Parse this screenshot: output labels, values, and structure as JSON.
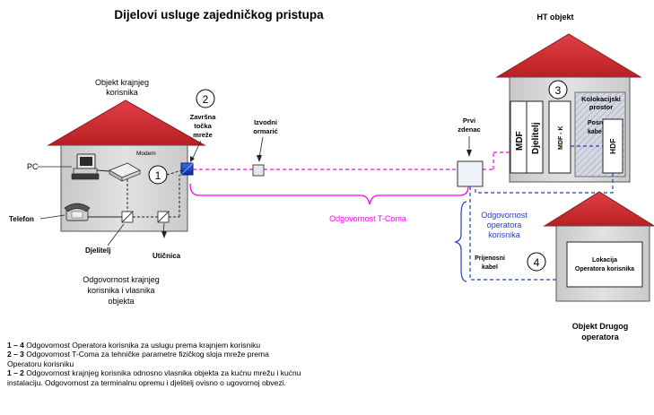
{
  "title": "Dijelovi usluge zajedničkog pristupa",
  "labels": {
    "ht_objekt": "HT objekt",
    "objekt_krajnjeg": [
      "Objekt krajnjeg",
      "korisnika"
    ],
    "pc": "PC",
    "telefon": "Telefon",
    "modem": "Modem",
    "djelitelj": "Djelitelj",
    "uticnica": "Utičnica",
    "zavrsna": [
      "Završna",
      "točka",
      "mreže"
    ],
    "izvodni": [
      "Izvodni",
      "ormarić"
    ],
    "prvi": [
      "Prvi",
      "zdenac"
    ],
    "mdf": "MDF",
    "djelitelj_vert": "Djelitelj",
    "mdf_k": "MDF - K",
    "kolokacijski": [
      "Kolokacijski",
      "prostor"
    ],
    "posredni": [
      "Posredni",
      "kabel"
    ],
    "hdf": "HDF",
    "odg_tcom": "Odgovornost T-Coma",
    "odg_operatora": [
      "Odgovornost",
      "operatora",
      "korisnika"
    ],
    "prijenosni": [
      "Prijenosni",
      "kabel"
    ],
    "lokacija": [
      "Lokacija",
      "Operatora korisnika"
    ],
    "odg_krajnjeg": [
      "Odgovornost krajnjeg",
      "korisnika i vlasnika",
      "objekta"
    ],
    "objekt_drugog": [
      "Objekt Drugog",
      "operatora"
    ]
  },
  "markers": [
    "1",
    "2",
    "3",
    "4"
  ],
  "legend": [
    {
      "num": "1 – 4",
      "text": "  Odgovornost Operatora korisnika za uslugu prema krajnjem korisniku"
    },
    {
      "num": "2 – 3",
      "text": "   Odgovornost T-Coma za tehničke parametre fizičkog sloja mreže prema"
    },
    {
      "num": "",
      "text": "Operatoru korisniku"
    },
    {
      "num": "1 – 2",
      "text": "  Odgovornost krajnjeg korisnika odnosno vlasnika objekta za kućnu mrežu i kućnu"
    },
    {
      "num": "",
      "text": "instalaciju. Odgovornost za terminalnu opremu i djelitelj ovisno o ugovornoj obvezi."
    }
  ],
  "colors": {
    "roof": "#c8282d",
    "house": "#d6d6d6",
    "magenta": "#ff00ff",
    "blue": "#1f3fbf",
    "navy": "#10206e"
  }
}
